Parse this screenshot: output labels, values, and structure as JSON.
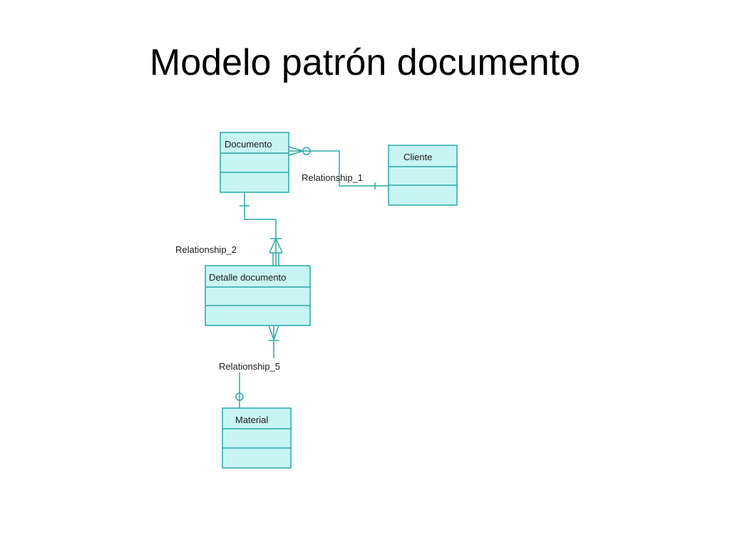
{
  "title": "Modelo patrón documento",
  "colors": {
    "entity_fill": "#c9f4f4",
    "entity_stroke": "#2aa8a8",
    "line": "#2aa8a8"
  },
  "entities": {
    "documento": "Documento",
    "cliente": "Cliente",
    "detalle_documento": "Detalle documento",
    "material": "Material"
  },
  "relationships": {
    "rel1": "Relationship_1",
    "rel2": "Relationship_2",
    "rel5": "Relationship_5"
  }
}
